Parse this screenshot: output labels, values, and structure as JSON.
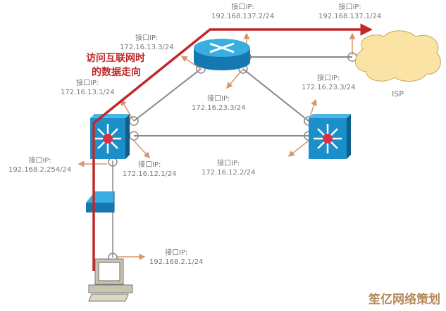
{
  "annotation": {
    "line1": "访问互联网时",
    "line2": "的数据走向"
  },
  "cloud_label": "ISP",
  "interfaces": [
    {
      "label": "接口IP:",
      "ip": "192.168.137.2/24"
    },
    {
      "label": "接口IP:",
      "ip": "192.168.137.1/24"
    },
    {
      "label": "接口IP:",
      "ip": "172.16.13.3/24"
    },
    {
      "label": "接口IP:",
      "ip": "172.16.13.1/24"
    },
    {
      "label": "接口IP:",
      "ip": "172.16.23.3/24"
    },
    {
      "label": "接口IP:",
      "ip": "172.16.23.3/24"
    },
    {
      "label": "接口IP:",
      "ip": "192.168.2.254/24"
    },
    {
      "label": "接口IP:",
      "ip": "172.16.12.1/24"
    },
    {
      "label": "接口IP:",
      "ip": "172.16.12.2/24"
    },
    {
      "label": "接口IP:",
      "ip": "192.168.2.1/24"
    }
  ],
  "watermark": "笙亿网络策划",
  "colors": {
    "path": "#c0282a",
    "device": "#1a8fc9",
    "arrow": "#d9956a"
  }
}
